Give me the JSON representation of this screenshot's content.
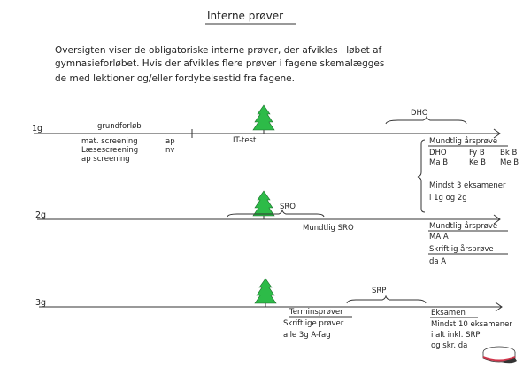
{
  "title": "Interne prøver",
  "intro": [
    "Oversigten viser de obligatoriske interne prøver, der afvikles i løbet af",
    "gymnasieforløbet. Hvis der afvikles flere prøver i fagene skemalægges",
    "de med lektioner og/eller fordybelsestid fra fagene."
  ],
  "colors": {
    "tree": "#2dbb48",
    "cap_band": "#d0344a"
  },
  "year1": {
    "label": "1g",
    "phase": "grundforløb",
    "screenings": [
      "mat. screening",
      "Læsescreening",
      "ap screening"
    ],
    "subjects": [
      "ap",
      "nv"
    ],
    "it_test": "IT-test",
    "dho": "DHO",
    "oral_heading": "Mundtlig årsprøve",
    "oral_row1": [
      "DHO",
      "Fy B",
      "Bk B"
    ],
    "oral_row2": [
      "Ma B",
      "Ke B",
      "Me B"
    ],
    "min_exams": [
      "Mindst 3 eksamener",
      "i 1g og 2g"
    ]
  },
  "year2": {
    "label": "2g",
    "sro": "SRO",
    "oral_sro": "Mundtlig SRO",
    "oral_heading": "Mundtlig årsprøve",
    "oral_item": "MA A",
    "written_heading": "Skriftlig årsprøve",
    "written_item": "da A"
  },
  "year3": {
    "label": "3g",
    "srp": "SRP",
    "term_heading": "Terminsprøver",
    "term_lines": [
      "Skriftlige prøver",
      "alle 3g A-fag"
    ],
    "exam_heading": "Eksamen",
    "exam_lines": [
      "Mindst 10 eksamener",
      "i alt inkl. SRP",
      "og skr. da"
    ]
  }
}
